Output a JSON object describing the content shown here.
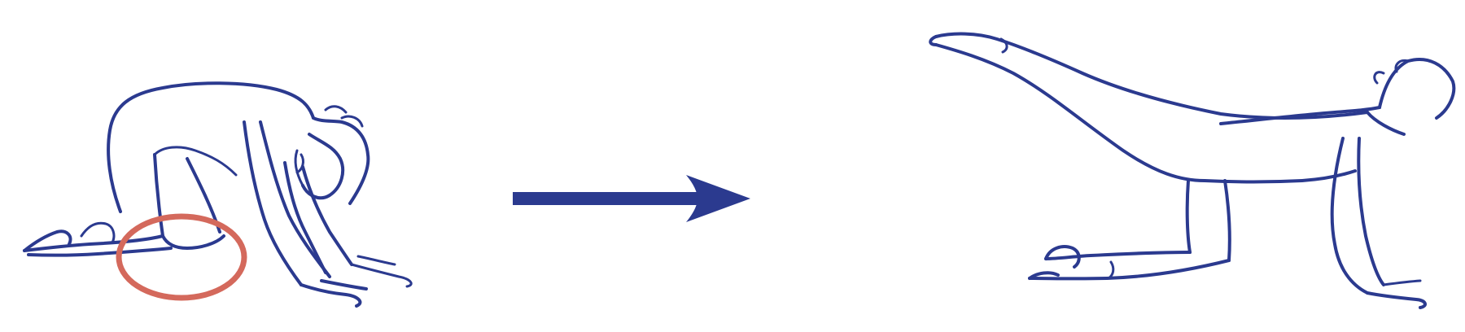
{
  "colors": {
    "background": "#ffffff",
    "ink": "#2b3a8f",
    "highlight": "#d4695c"
  },
  "diagram": {
    "panels": [
      {
        "id": "start-pose",
        "icon": "kneeling-figure-icon",
        "highlight": "knee-circle"
      },
      {
        "id": "end-pose",
        "icon": "bird-dog-figure-icon"
      }
    ],
    "connector": {
      "icon": "arrow-right-icon"
    }
  }
}
